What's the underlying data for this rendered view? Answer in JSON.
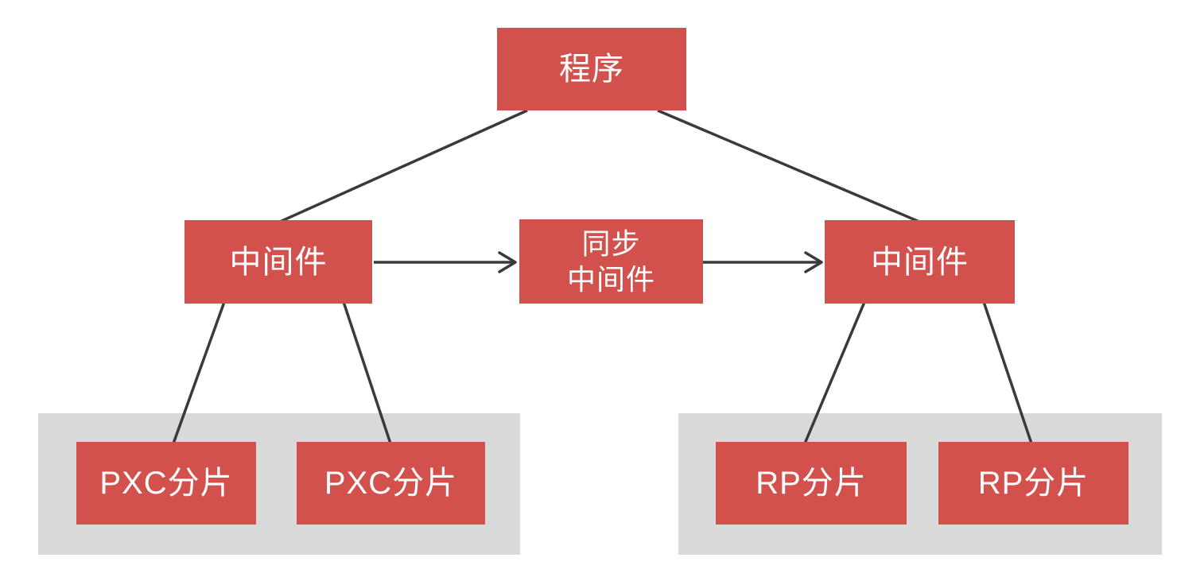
{
  "diagram": {
    "title": "sharding-middleware-architecture",
    "colors": {
      "node_fill": "#d3514c",
      "node_text": "#ffffff",
      "group_fill": "#d9d9d9",
      "line_color": "#3a3a3a",
      "canvas_bg": "#ffffff"
    },
    "nodes": {
      "program": {
        "label": "程序"
      },
      "middleware_left": {
        "label": "中间件"
      },
      "sync_middleware": {
        "label_line1": "同步",
        "label_line2": "中间件",
        "label": "同步 中间件"
      },
      "middleware_right": {
        "label": "中间件"
      },
      "pxc_shard_1": {
        "label": "PXC分片"
      },
      "pxc_shard_2": {
        "label": "PXC分片"
      },
      "rp_shard_1": {
        "label": "RP分片"
      },
      "rp_shard_2": {
        "label": "RP分片"
      }
    },
    "groups": {
      "pxc_cluster": {
        "members": [
          "pxc_shard_1",
          "pxc_shard_2"
        ]
      },
      "rp_cluster": {
        "members": [
          "rp_shard_1",
          "rp_shard_2"
        ]
      }
    },
    "connections": [
      {
        "from": "program",
        "to": "middleware_left",
        "arrow": false
      },
      {
        "from": "program",
        "to": "middleware_right",
        "arrow": false
      },
      {
        "from": "middleware_left",
        "to": "sync_middleware",
        "arrow": true
      },
      {
        "from": "sync_middleware",
        "to": "middleware_right",
        "arrow": true
      },
      {
        "from": "middleware_left",
        "to": "pxc_shard_1",
        "arrow": false
      },
      {
        "from": "middleware_left",
        "to": "pxc_shard_2",
        "arrow": false
      },
      {
        "from": "middleware_right",
        "to": "rp_shard_1",
        "arrow": false
      },
      {
        "from": "middleware_right",
        "to": "rp_shard_2",
        "arrow": false
      }
    ]
  }
}
